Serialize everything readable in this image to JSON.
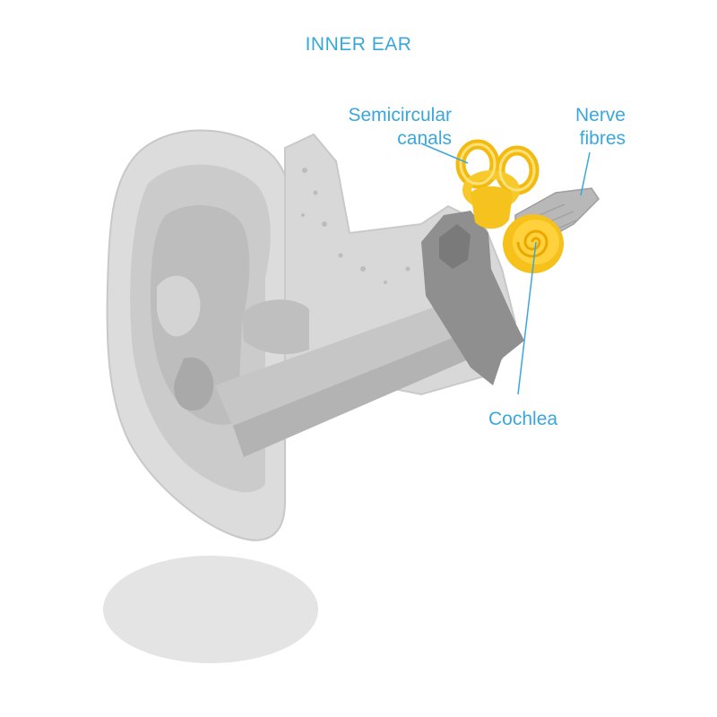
{
  "title": "INNER EAR",
  "labels": {
    "semicircular_line1": "Semicircular",
    "semicircular_line2": "canals",
    "nerve_line1": "Nerve",
    "nerve_line2": "fibres",
    "cochlea": "Cochlea"
  },
  "colors": {
    "label": "#3aa7dc",
    "highlight": "#f7c21f",
    "highlight_light": "#ffe36b",
    "ear_outer": "#d6d6d6",
    "ear_mid": "#c4c4c4",
    "ear_dark": "#9f9f9f",
    "shadow": "#e3e3e3"
  }
}
